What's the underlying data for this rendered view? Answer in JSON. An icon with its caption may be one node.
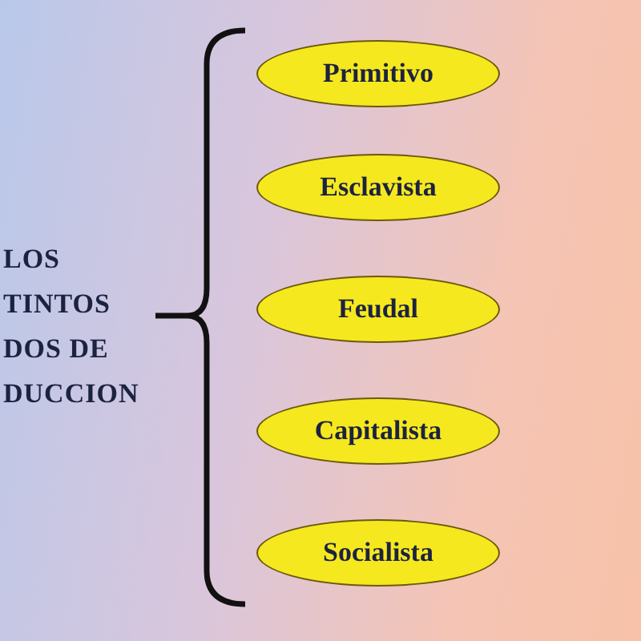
{
  "diagram": {
    "nodes": [
      {
        "text": [
          "LOS TINTOS DOS DE DUCCION"
        ]
      },
      {
        "text": [
          "Primitivo"
        ]
      },
      {
        "text": [
          "Esclavista"
        ]
      },
      {
        "text": [
          "Feudal"
        ]
      },
      {
        "text": [
          "Capitalista"
        ]
      },
      {
        "text": [
          "Socialista"
        ]
      }
    ]
  }
}
